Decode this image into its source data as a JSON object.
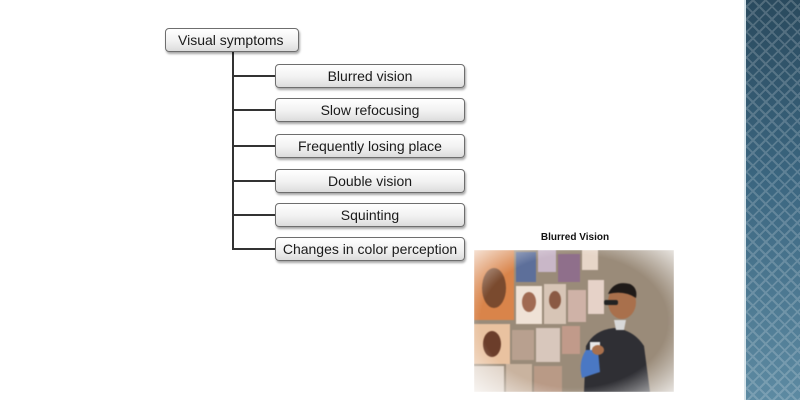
{
  "diagram": {
    "root": "Visual symptoms",
    "children": [
      "Blurred vision",
      "Slow refocusing",
      "Frequently losing place",
      "Double vision",
      "Squinting",
      "Changes in color perception"
    ]
  },
  "photo": {
    "caption": "Blurred Vision"
  },
  "colors": {
    "side_band": "#3b6680",
    "node_border": "#6e6e6e",
    "connector": "#333333"
  }
}
